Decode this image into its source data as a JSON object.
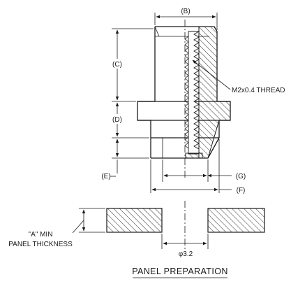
{
  "labels": {
    "b": "(B)",
    "c": "(C)",
    "d": "(D)",
    "e": "(E)",
    "f": "(F)",
    "g": "(G)",
    "thread": "M2x0.4 THREAD",
    "a_min": "\"A\" MIN",
    "panel_thickness": "PANEL THICKNESS",
    "hole_dia": "φ3.2",
    "title": "PANEL PREPARATION"
  }
}
